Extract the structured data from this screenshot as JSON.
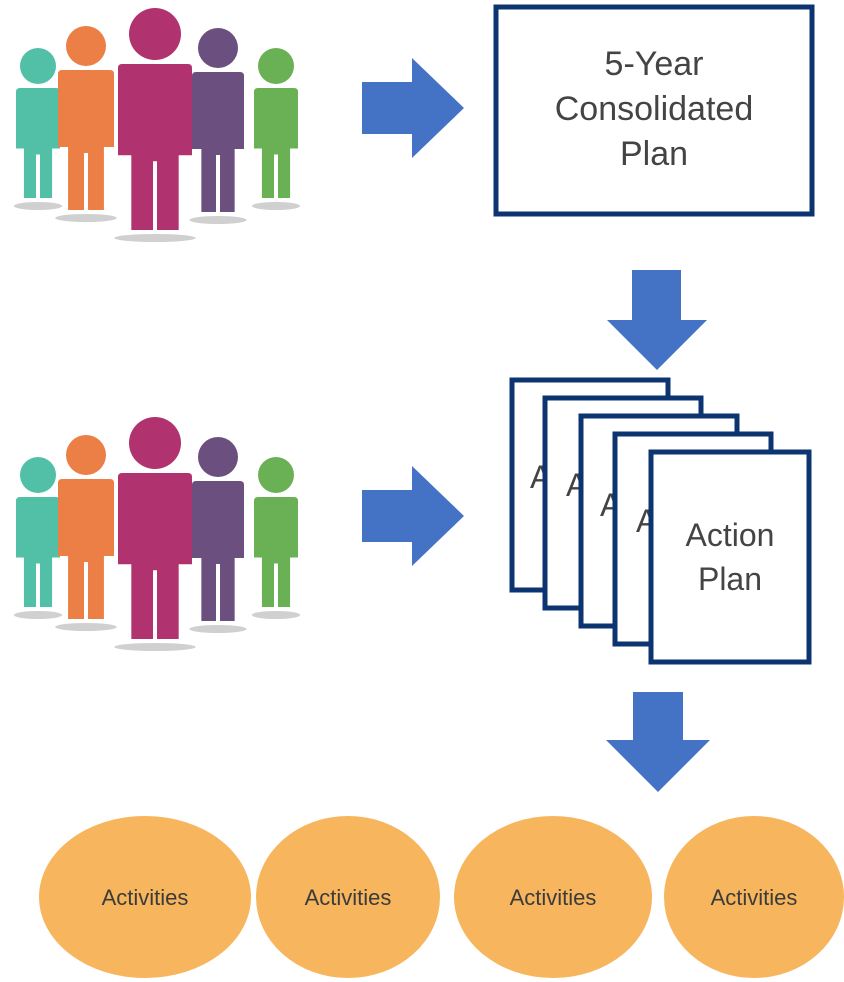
{
  "colors": {
    "arrow": "#4472C4",
    "box_border": "#0B3470",
    "box_text": "#444444",
    "oval_fill": "#F7B65D",
    "oval_text": "#3b3b3b",
    "people": [
      "#52BFA7",
      "#EB7F46",
      "#B0336F",
      "#6B4F7F",
      "#6AB055"
    ],
    "shadow": "#d0d0d0"
  },
  "consolidated_plan": {
    "line1": "5-Year",
    "line2": "Consolidated",
    "line3": "Plan"
  },
  "action_plan": {
    "line1": "Action",
    "line2": "Plan",
    "hidden_initial": "A"
  },
  "activities": [
    "Activities",
    "Activities",
    "Activities",
    "Activities"
  ],
  "icons": {
    "people_group": "people-group-icon",
    "arrow_right": "arrow-right-icon",
    "arrow_down": "arrow-down-icon"
  }
}
